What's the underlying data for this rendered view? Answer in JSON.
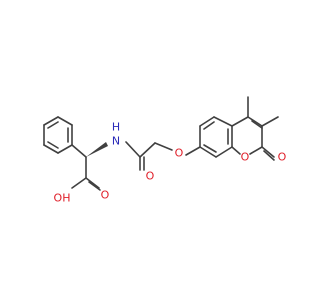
{
  "molecule": {
    "atoms": {
      "nh_n": "N",
      "nh_h": "H",
      "amide_o": "O",
      "ether_o": "O",
      "lactone_o": "O",
      "carbonyl_o": "O",
      "acid_o": "O",
      "acid_oh": "OH"
    }
  },
  "colors": {
    "bond": "#404040",
    "oxygen": "#e0202a",
    "nitrogen": "#2a2ab8"
  }
}
